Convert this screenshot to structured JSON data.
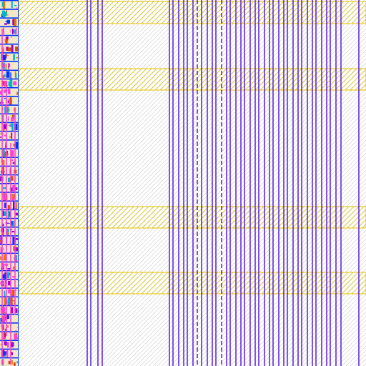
{
  "viewer": {
    "background_color": "#ffffff",
    "hatch_color": "#c9c9c9"
  },
  "layers": [
    {
      "name": "metal-band",
      "color": "#e6c200",
      "fill": "#d7c23a"
    },
    {
      "name": "metal-track",
      "color": "#4b0fd8"
    },
    {
      "name": "poly-fill",
      "color": "#ff3fd0"
    },
    {
      "name": "diffusion",
      "color": "#e07b00"
    },
    {
      "name": "via",
      "color": "#0033ff"
    },
    {
      "name": "contact",
      "color": "#00b5c8"
    }
  ],
  "standard_cell_column": {
    "cell_rows": 42,
    "colors": [
      "#ff3fd0",
      "#0033ff",
      "#00b5c8",
      "#e07b00",
      "#d84a00",
      "#a000c8"
    ]
  }
}
